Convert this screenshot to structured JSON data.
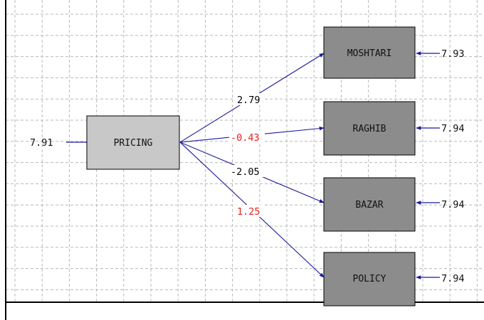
{
  "colors": {
    "background": "#ffffff",
    "grid": "#b8b8b8",
    "frame": "#000000",
    "latent_fill": "#c8c8c8",
    "indicator_fill": "#8c8c8c",
    "arrow": "#1a1a9c",
    "significant_coef": "#000000",
    "nonsignificant_coef": "#e8211b"
  },
  "diagram": {
    "latent": {
      "name": "PRICING",
      "error_variance": "7.91"
    },
    "indicators": [
      {
        "name": "MOSHTARI",
        "error_variance": "7.93"
      },
      {
        "name": "RAGHIB",
        "error_variance": "7.94"
      },
      {
        "name": "BAZAR",
        "error_variance": "7.94"
      },
      {
        "name": "POLICY",
        "error_variance": "7.94"
      }
    ],
    "paths": [
      {
        "from": "PRICING",
        "to": "MOSHTARI",
        "coefficient": "2.79",
        "significant": true
      },
      {
        "from": "PRICING",
        "to": "RAGHIB",
        "coefficient": "-0.43",
        "significant": false
      },
      {
        "from": "PRICING",
        "to": "BAZAR",
        "coefficient": "-2.05",
        "significant": true
      },
      {
        "from": "PRICING",
        "to": "POLICY",
        "coefficient": "1.25",
        "significant": false
      }
    ]
  }
}
